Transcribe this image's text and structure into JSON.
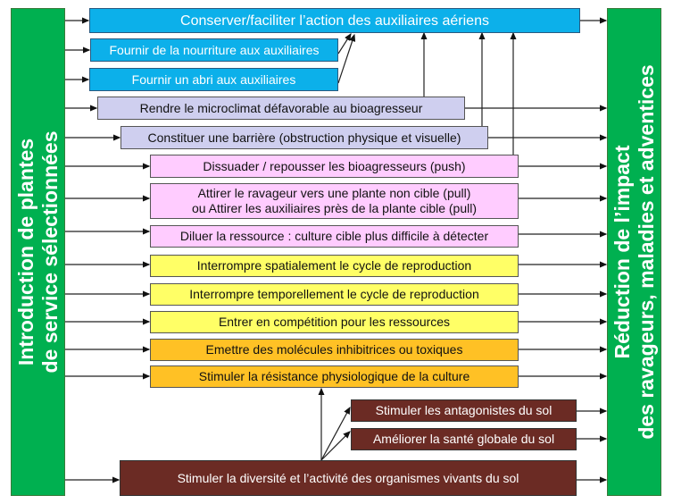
{
  "left_bar": {
    "line1": "Introduction de plantes",
    "line2": "de service sélectionnées"
  },
  "right_bar": {
    "line1": "Réduction de l’impact",
    "line2": "des ravageurs, maladies et adventices"
  },
  "boxes": {
    "conserver": "Conserver/faciliter  l’action  des auxiliaires  aériens",
    "nourriture": "Fournir de la nourriture aux auxiliaires",
    "abri": "Fournir un abri aux auxiliaires",
    "microclimat": "Rendre le microclimat défavorable au bioagresseur",
    "barriere": "Constituer une barrière (obstruction physique et visuelle)",
    "dissuader": "Dissuader / repousser les bioagresseurs (push)",
    "attirer_1": "Attirer le ravageur vers une plante non cible (pull)",
    "attirer_2": "ou Attirer les auxiliaires près de la plante cible (pull)",
    "diluer": "Diluer la ressource : culture cible plus difficile à détecter",
    "spatial": "Interrompre spatialement le cycle de reproduction",
    "temporel": "Interrompre temporellement le cycle de reproduction",
    "competition": "Entrer en compétition pour les ressources",
    "emettre": "Emettre des molécules inhibitrices ou toxiques",
    "resistance": "Stimuler la résistance physiologique de la culture",
    "antagonistes": "Stimuler les antagonistes du sol",
    "sante": "Améliorer la santé globale du sol",
    "diversite": "Stimuler la diversité et  l’activité des organismes vivants du sol"
  },
  "colors": {
    "green": "#00b050",
    "blue": "#0cb0ea",
    "lavender": "#cfcfef",
    "pink": "#ffccff",
    "yellow": "#ffff66",
    "orange": "#ffc125",
    "brown": "#6b2b24"
  }
}
